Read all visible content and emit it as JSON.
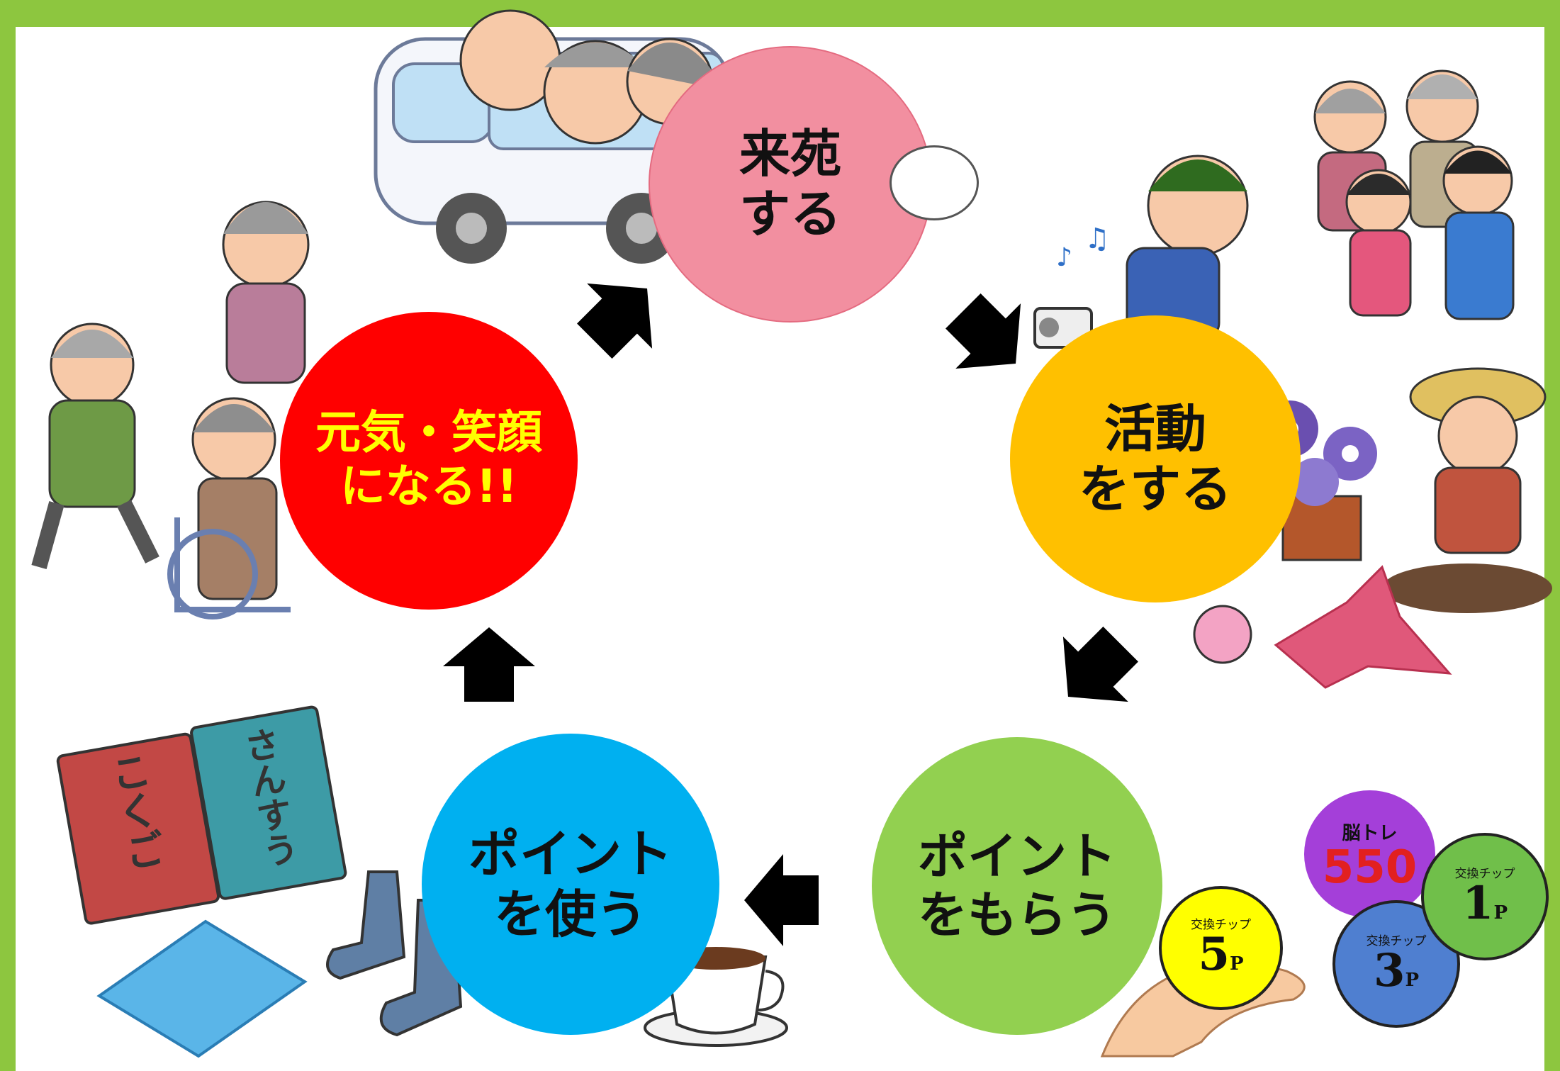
{
  "cycle": {
    "visit": {
      "line1": "来苑",
      "line2": "する",
      "color": "#f28fa0"
    },
    "activity": {
      "line1": "活動",
      "line2": "をする",
      "color": "#ffc000"
    },
    "receive": {
      "line1": "ポイント",
      "line2": "をもらう",
      "color": "#92d050"
    },
    "use": {
      "line1": "ポイント",
      "line2": "を使う",
      "color": "#00b0f0"
    },
    "smile": {
      "line1": "元気・笑顔",
      "line2": "になる!!",
      "color": "#ff0000",
      "text_color": "#ffff00"
    }
  },
  "chips": {
    "yellow": {
      "label": "交換チップ",
      "value": "5",
      "unit": "P"
    },
    "green": {
      "label": "交換チップ",
      "value": "1",
      "unit": "P"
    },
    "blue": {
      "label": "交換チップ",
      "value": "3",
      "unit": "P"
    },
    "brain": {
      "top": "脳トレ",
      "number": "550"
    }
  },
  "books": {
    "red": "こくご",
    "teal": "さんすう"
  },
  "frame_color": "#8dc63f",
  "icons": [
    "bus-icon",
    "elderly-people-icon",
    "arrow-icon",
    "radio-icon",
    "flower-pot-icon",
    "paper-crane-icon",
    "coffee-cup-icon",
    "socks-icon",
    "tissue-box-icon",
    "book-icon",
    "hand-icon",
    "wheelchair-icon"
  ]
}
